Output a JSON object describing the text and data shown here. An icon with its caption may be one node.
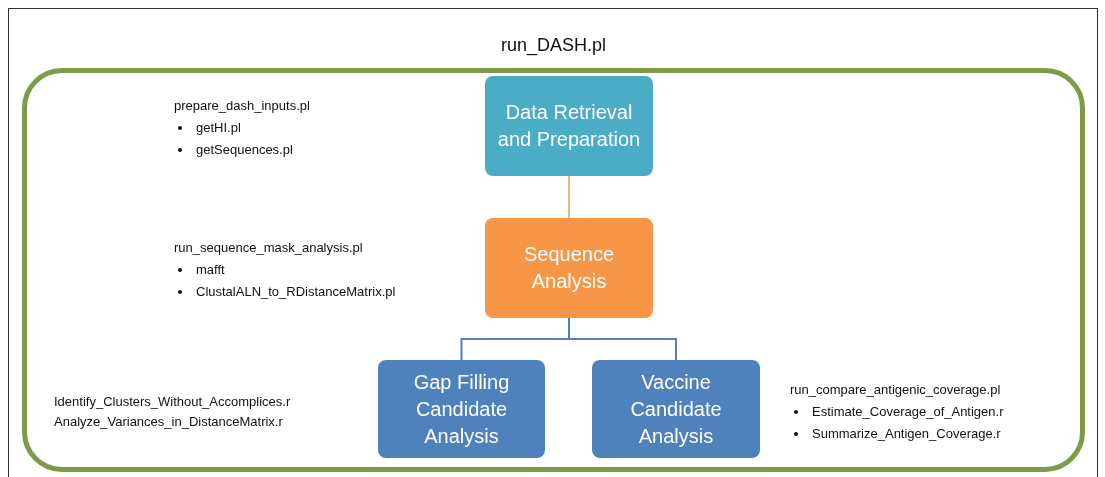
{
  "diagram": {
    "nodes": [
      {
        "text": [
          "run_DASH.pl"
        ]
      },
      {
        "text": [
          "Data Retrieval and Preparation"
        ],
        "in": 0
      },
      {
        "text": [
          "Sequence Analysis"
        ],
        "in": 0
      },
      {
        "text": [
          "Gap Filling Candidate Analysis"
        ],
        "in": 0
      },
      {
        "text": [
          "Vaccine Candidate Analysis"
        ],
        "in": 0
      }
    ],
    "edges": [
      {
        "from": 1,
        "to": 2,
        "arrow": "none",
        "color": "#f4b183"
      },
      {
        "from": 2,
        "to": 3,
        "arrow": "none"
      },
      {
        "from": 2,
        "to": 4,
        "arrow": "none"
      }
    ],
    "labels": [
      "prepare_dash_inputs.pl",
      "getHI.pl",
      "getSequences.pl",
      "run_sequence_mask_analysis.pl",
      "mafft",
      "ClustalALN_to_RDistanceMatrix.pl",
      "Identify_Clusters_Without_Accomplices.r",
      "Analyze_Variances_in_DistanceMatrix.r",
      "run_compare_antigenic_coverage.pl",
      "Estimate_Coverage_of_Antigen.r",
      "Summarize_Antigen_Coverage.r"
    ]
  }
}
